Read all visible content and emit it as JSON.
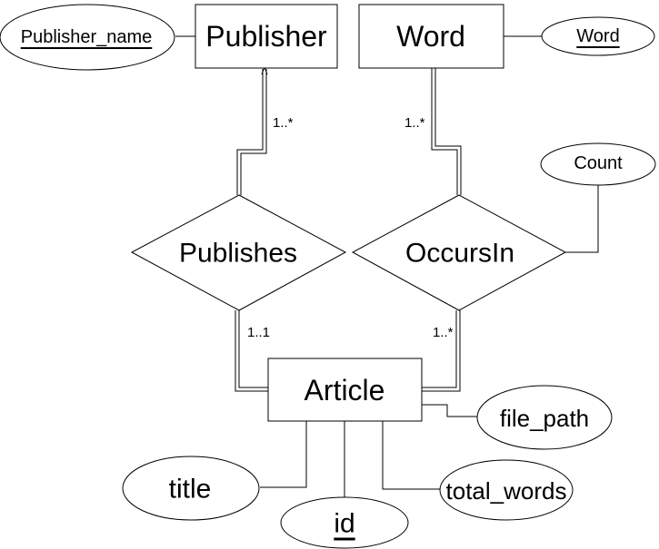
{
  "entities": {
    "publisher": "Publisher",
    "word": "Word",
    "article": "Article"
  },
  "relationships": {
    "publishes": "Publishes",
    "occurs_in": "OccursIn"
  },
  "attributes": {
    "publisher_name": "Publisher_name",
    "word": "Word",
    "count": "Count",
    "file_path": "file_path",
    "title": "title",
    "id": "id",
    "total_words": "total_words"
  },
  "cardinalities": {
    "publisher_side": "1..*",
    "word_side": "1..*",
    "publishes_article": "1..1",
    "occursin_article": "1..*"
  }
}
